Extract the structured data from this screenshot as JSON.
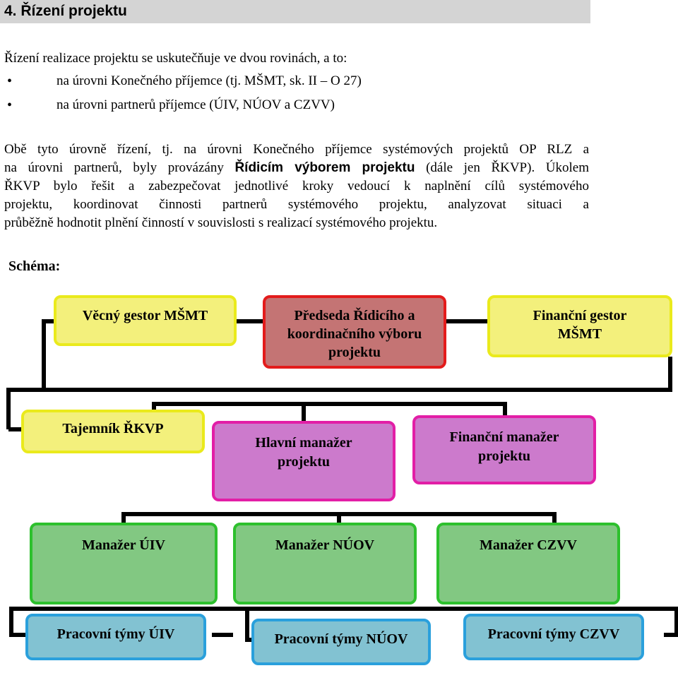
{
  "section": {
    "heading": "4.   Řízení projektu"
  },
  "intro": {
    "lead": "Řízení realizace projektu se uskutečňuje ve dvou rovinách, a to:",
    "bullets": [
      "na úrovni Konečného příjemce (tj. MŠMT, sk. II – O 27)",
      "na úrovni partnerů příjemce (ÚIV, NÚOV a CZVV)"
    ]
  },
  "body": {
    "line1": "Obě tyto úrovně řízení, tj. na úrovni Konečného příjemce systémových projektů OP RLZ a",
    "line2_a": "na úrovni partnerů, byly provázány ",
    "line2_bold": "Řídicím výborem projektu",
    "line2_b": " (dále jen ŘKVP). Úkolem",
    "line3": "ŘKVP bylo řešit a zabezpečovat jednotlivé kroky vedoucí k naplnění cílů systémového",
    "line4": "projektu, koordinovat činnosti partnerů systémového projektu, analyzovat situaci a",
    "line5": "průběžně hodnotit plnění činností v souvislosti s realizací systémového projektu."
  },
  "schema": {
    "label": "Schéma:",
    "boxes": {
      "vecny_gestor": [
        "Věcný gestor MŠMT"
      ],
      "predseda": [
        "Předseda Řídicího a",
        "koordinačního výboru",
        "projektu"
      ],
      "financni_gestor": [
        "Finanční gestor",
        "MŠMT"
      ],
      "tajemnik": [
        "Tajemník ŘKVP"
      ],
      "hlavni_manazer": [
        "Hlavní manažer",
        "projektu"
      ],
      "financni_manazer": [
        "Finanční manažer",
        "projektu"
      ],
      "manazer_uiv": [
        "Manažer ÚIV"
      ],
      "manazer_nuov": [
        "Manažer NÚOV"
      ],
      "manazer_czvv": [
        "Manažer CZVV"
      ],
      "tymy_uiv": [
        "Pracovní týmy ÚIV"
      ],
      "tymy_nuov": [
        "Pracovní týmy NÚOV"
      ],
      "tymy_czvv": [
        "Pracovní týmy CZVV"
      ]
    },
    "colors": {
      "yellow_fill": "#f3f07c",
      "yellow_border": "#eaea1c",
      "red_fill": "#c47474",
      "red_border": "#e31b1b",
      "magenta_fill": "#cc7acc",
      "magenta_border": "#e21ea6",
      "green_fill": "#82c882",
      "green_border": "#2dc02d",
      "blue_fill": "#82c2d2",
      "blue_border": "#2aa0dc",
      "connector": "#000000"
    }
  }
}
